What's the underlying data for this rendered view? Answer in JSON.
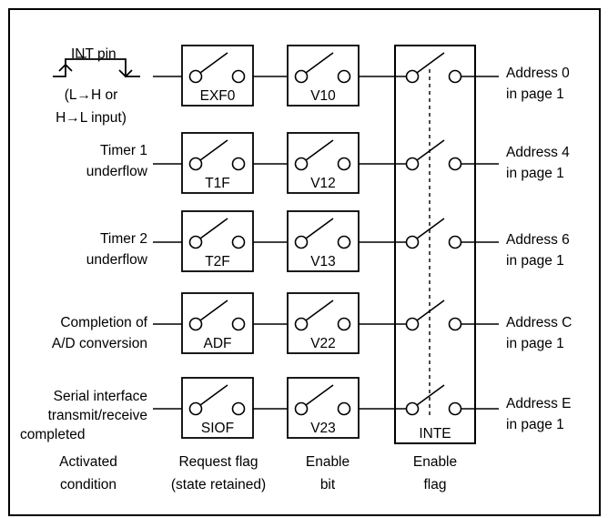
{
  "sources": [
    {
      "id": "int",
      "lines": [
        "INT pin",
        "(L→H or",
        "H→L input)"
      ]
    },
    {
      "id": "timer1",
      "lines": [
        "Timer 1",
        "underflow"
      ]
    },
    {
      "id": "timer2",
      "lines": [
        "Timer 2",
        "underflow"
      ]
    },
    {
      "id": "adc",
      "lines": [
        "Completion of",
        "A/D conversion"
      ]
    },
    {
      "id": "serial",
      "lines": [
        "Serial interface",
        "transmit/receive",
        "completed"
      ]
    }
  ],
  "request_flags": [
    "EXF0",
    "T1F",
    "T2F",
    "ADF",
    "SIOF"
  ],
  "enable_bits": [
    "V10",
    "V12",
    "V13",
    "V22",
    "V23"
  ],
  "enable_flag_label": "INTE",
  "destinations": [
    [
      "Address 0",
      "in page 1"
    ],
    [
      "Address 4",
      "in page 1"
    ],
    [
      "Address 6",
      "in page 1"
    ],
    [
      "Address C",
      "in page 1"
    ],
    [
      "Address E",
      "in page 1"
    ]
  ],
  "column_headers": {
    "condition": [
      "Activated",
      "condition"
    ],
    "request_flag": [
      "Request flag",
      "(state retained)"
    ],
    "enable_bit": [
      "Enable",
      "bit"
    ],
    "enable_flag": [
      "Enable",
      "flag"
    ]
  }
}
